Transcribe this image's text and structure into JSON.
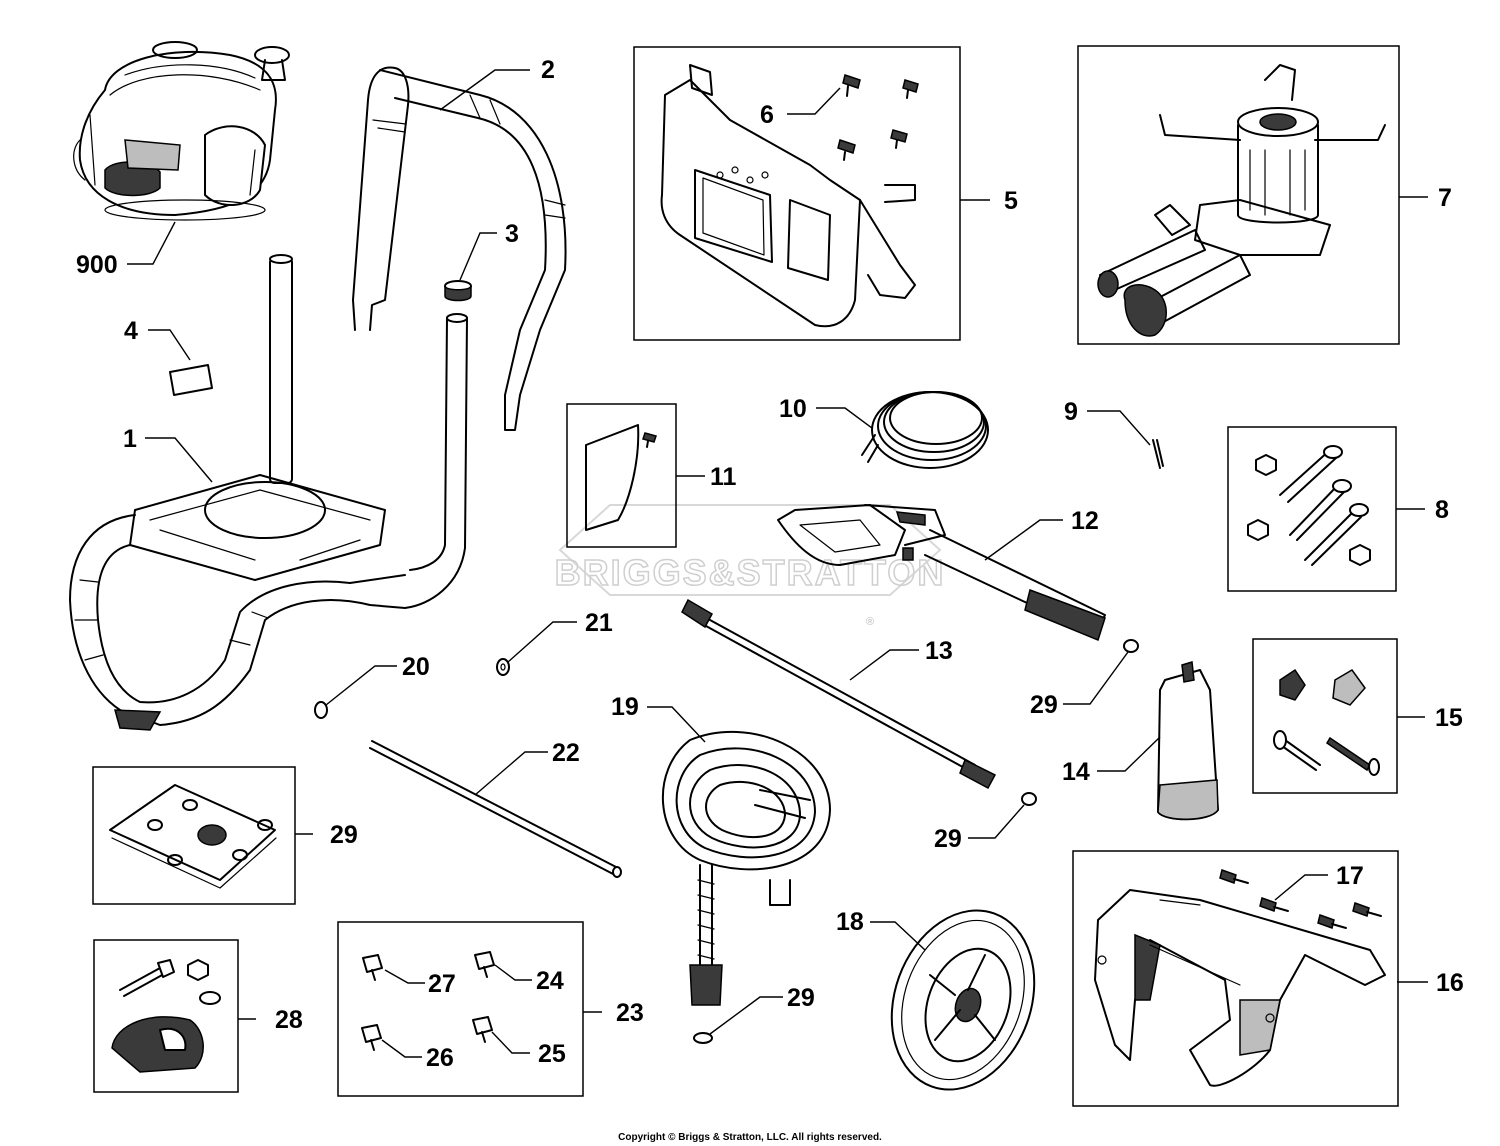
{
  "watermark": {
    "text": "BRIGGS&STRATTON",
    "trademark": "®"
  },
  "copyright": "Copyright © Briggs & Stratton, LLC. All rights reserved.",
  "callouts": {
    "c900": "900",
    "c1": "1",
    "c2": "2",
    "c3": "3",
    "c4": "4",
    "c5": "5",
    "c6": "6",
    "c7": "7",
    "c8": "8",
    "c9": "9",
    "c10": "10",
    "c11": "11",
    "c12": "12",
    "c13": "13",
    "c14": "14",
    "c15": "15",
    "c16": "16",
    "c17": "17",
    "c18": "18",
    "c19": "19",
    "c20": "20",
    "c21": "21",
    "c22": "22",
    "c23": "23",
    "c24": "24",
    "c25": "25",
    "c26": "26",
    "c27": "27",
    "c28": "28",
    "c29a": "29",
    "c29b": "29",
    "c29c": "29",
    "c29d": "29"
  }
}
